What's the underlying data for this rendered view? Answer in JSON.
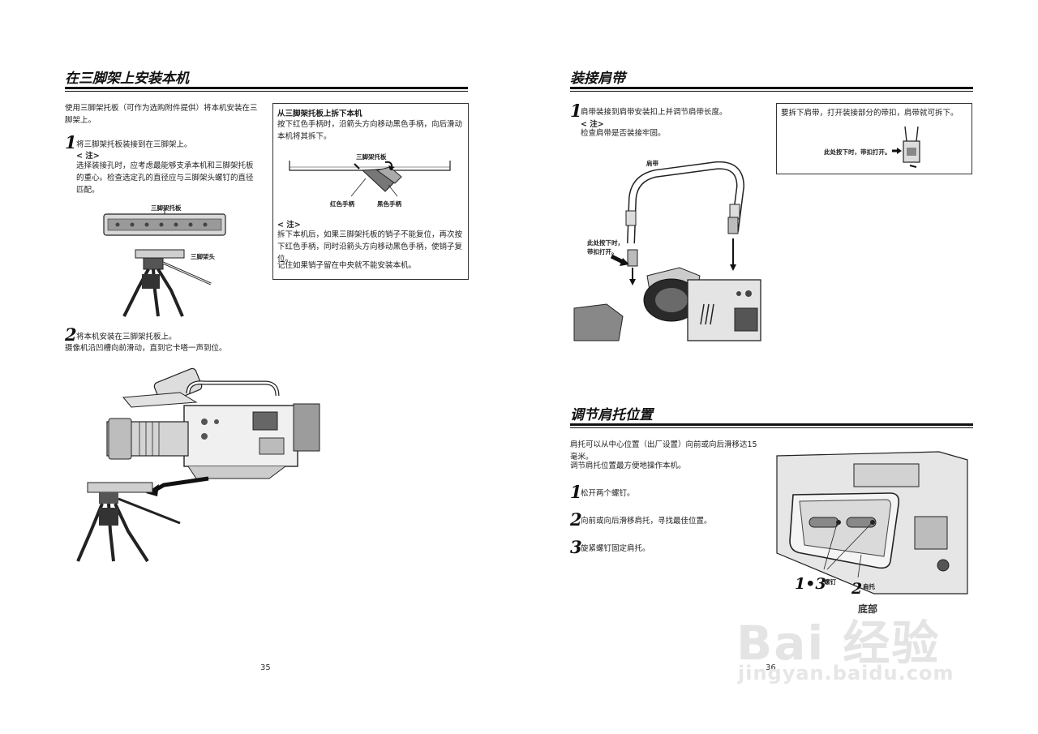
{
  "left_page": {
    "title": "在三脚架上安装本机",
    "intro": "使用三脚架托板（可作为选购附件提供）将本机安装在三脚架上。",
    "step1": {
      "num": "1",
      "text": "将三脚架托板装接到在三脚架上。",
      "note_label": "< 注>",
      "note_text": "选择装接孔时，应考虑最能够支承本机和三脚架托板的重心。检查选定孔的直径应与三脚架头螺钉的直径匹配。"
    },
    "fig1": {
      "label_plate": "三脚架托板",
      "label_head": "三脚架头"
    },
    "step2": {
      "num": "2",
      "text": "将本机安装在三脚架托板上。",
      "text2": "摄像机沿凹槽向前滑动，直到它卡嗒一声到位。"
    },
    "box": {
      "title": "从三脚架托板上拆下本机",
      "text": "按下红色手柄时，沿箭头方向移动黑色手柄，向后滑动本机将其拆下。",
      "fig_label_plate": "三脚架托板",
      "fig_label_red": "红色手柄",
      "fig_label_black": "黑色手柄",
      "note_label": "< 注>",
      "note_text": "拆下本机后，如果三脚架托板的销子不能复位，再次按下红色手柄，同时沿箭头方向移动黑色手柄，使销子复位。",
      "note_text2": "记住如果销子留在中央就不能安装本机。"
    },
    "page_number": "35"
  },
  "right_page": {
    "strap": {
      "title": "装接肩带",
      "step1_num": "1",
      "step1_text": "肩带装接到肩带安装扣上并调节肩带长度。",
      "note_label": "< 注>",
      "note_text": "检查肩带是否装接牢固。",
      "fig_label_strap": "肩带",
      "fig_label_press": "此处按下时，带扣打开。",
      "box_text": "要拆下肩带，打开装接部分的带扣，肩带就可拆下。",
      "box_fig_label": "此处按下时，带扣打开。"
    },
    "shoulder": {
      "title": "调节肩托位置",
      "intro": "肩托可以从中心位置（出厂设置）向前或向后滑移达15毫米。",
      "intro2": "调节肩托位置最方便地操作本机。",
      "steps": [
        {
          "num": "1",
          "text": "松开两个螺钉。"
        },
        {
          "num": "2",
          "text": "向前或向后滑移肩托，寻找最佳位置。"
        },
        {
          "num": "3",
          "text": "旋紧螺钉固定肩托。"
        }
      ],
      "fig_label_13": "1•3",
      "fig_label_screw": "螺钉",
      "fig_label_2": "2",
      "fig_label_pad": "肩托",
      "fig_label_bottom": "底部"
    },
    "page_number": "36"
  },
  "watermark": {
    "brand": "Bai 经验",
    "url": "jingyan.baidu.com"
  }
}
